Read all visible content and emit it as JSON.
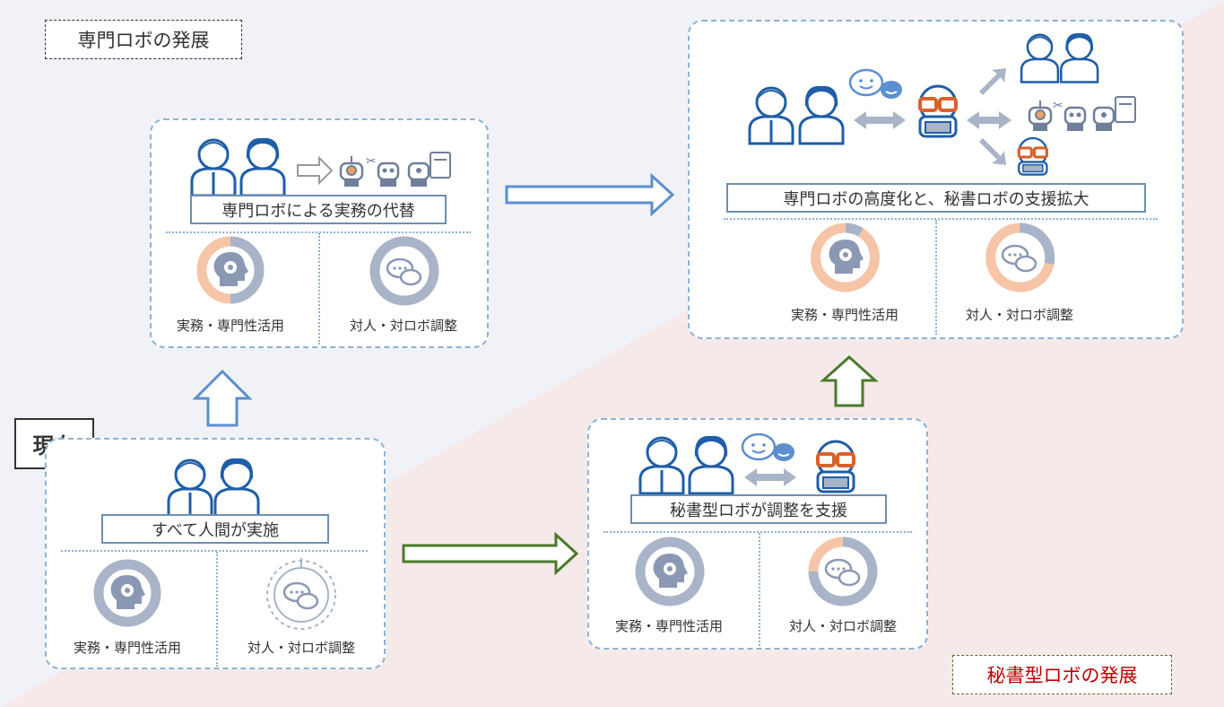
{
  "tags": {
    "specialist": "専門ロボの発展",
    "current": "現在",
    "secretary": "秘書型ロボの発展"
  },
  "stages": {
    "current": {
      "caption": "すべて人間が実施",
      "left_label": "実務・専門性活用",
      "right_label": "対人・対ロボ調整"
    },
    "specialist": {
      "caption": "専門ロボによる実務の代替",
      "left_label": "実務・専門性活用",
      "right_label": "対人・対ロボ調整"
    },
    "secretary": {
      "caption": "秘書型ロボが調整を支援",
      "left_label": "実務・専門性活用",
      "right_label": "対人・対ロボ調整"
    },
    "future": {
      "caption": "専門ロボの高度化と、秘書ロボの支援拡大",
      "left_label": "実務・専門性活用",
      "right_label": "対人・対ロボ調整"
    }
  },
  "colors": {
    "human_share": "#a9b4c8",
    "robot_share": "#f6c5a8",
    "panel_border": "#8db3d6",
    "blue_arrow": "#5b8fd0",
    "green_arrow": "#4a7a2a",
    "red_tag_text": "#c00000"
  },
  "icons": [
    "person-icon",
    "robot-icon",
    "secretary-robot-icon",
    "speech-bubble-icon",
    "gear-head-icon",
    "chat-icon"
  ]
}
